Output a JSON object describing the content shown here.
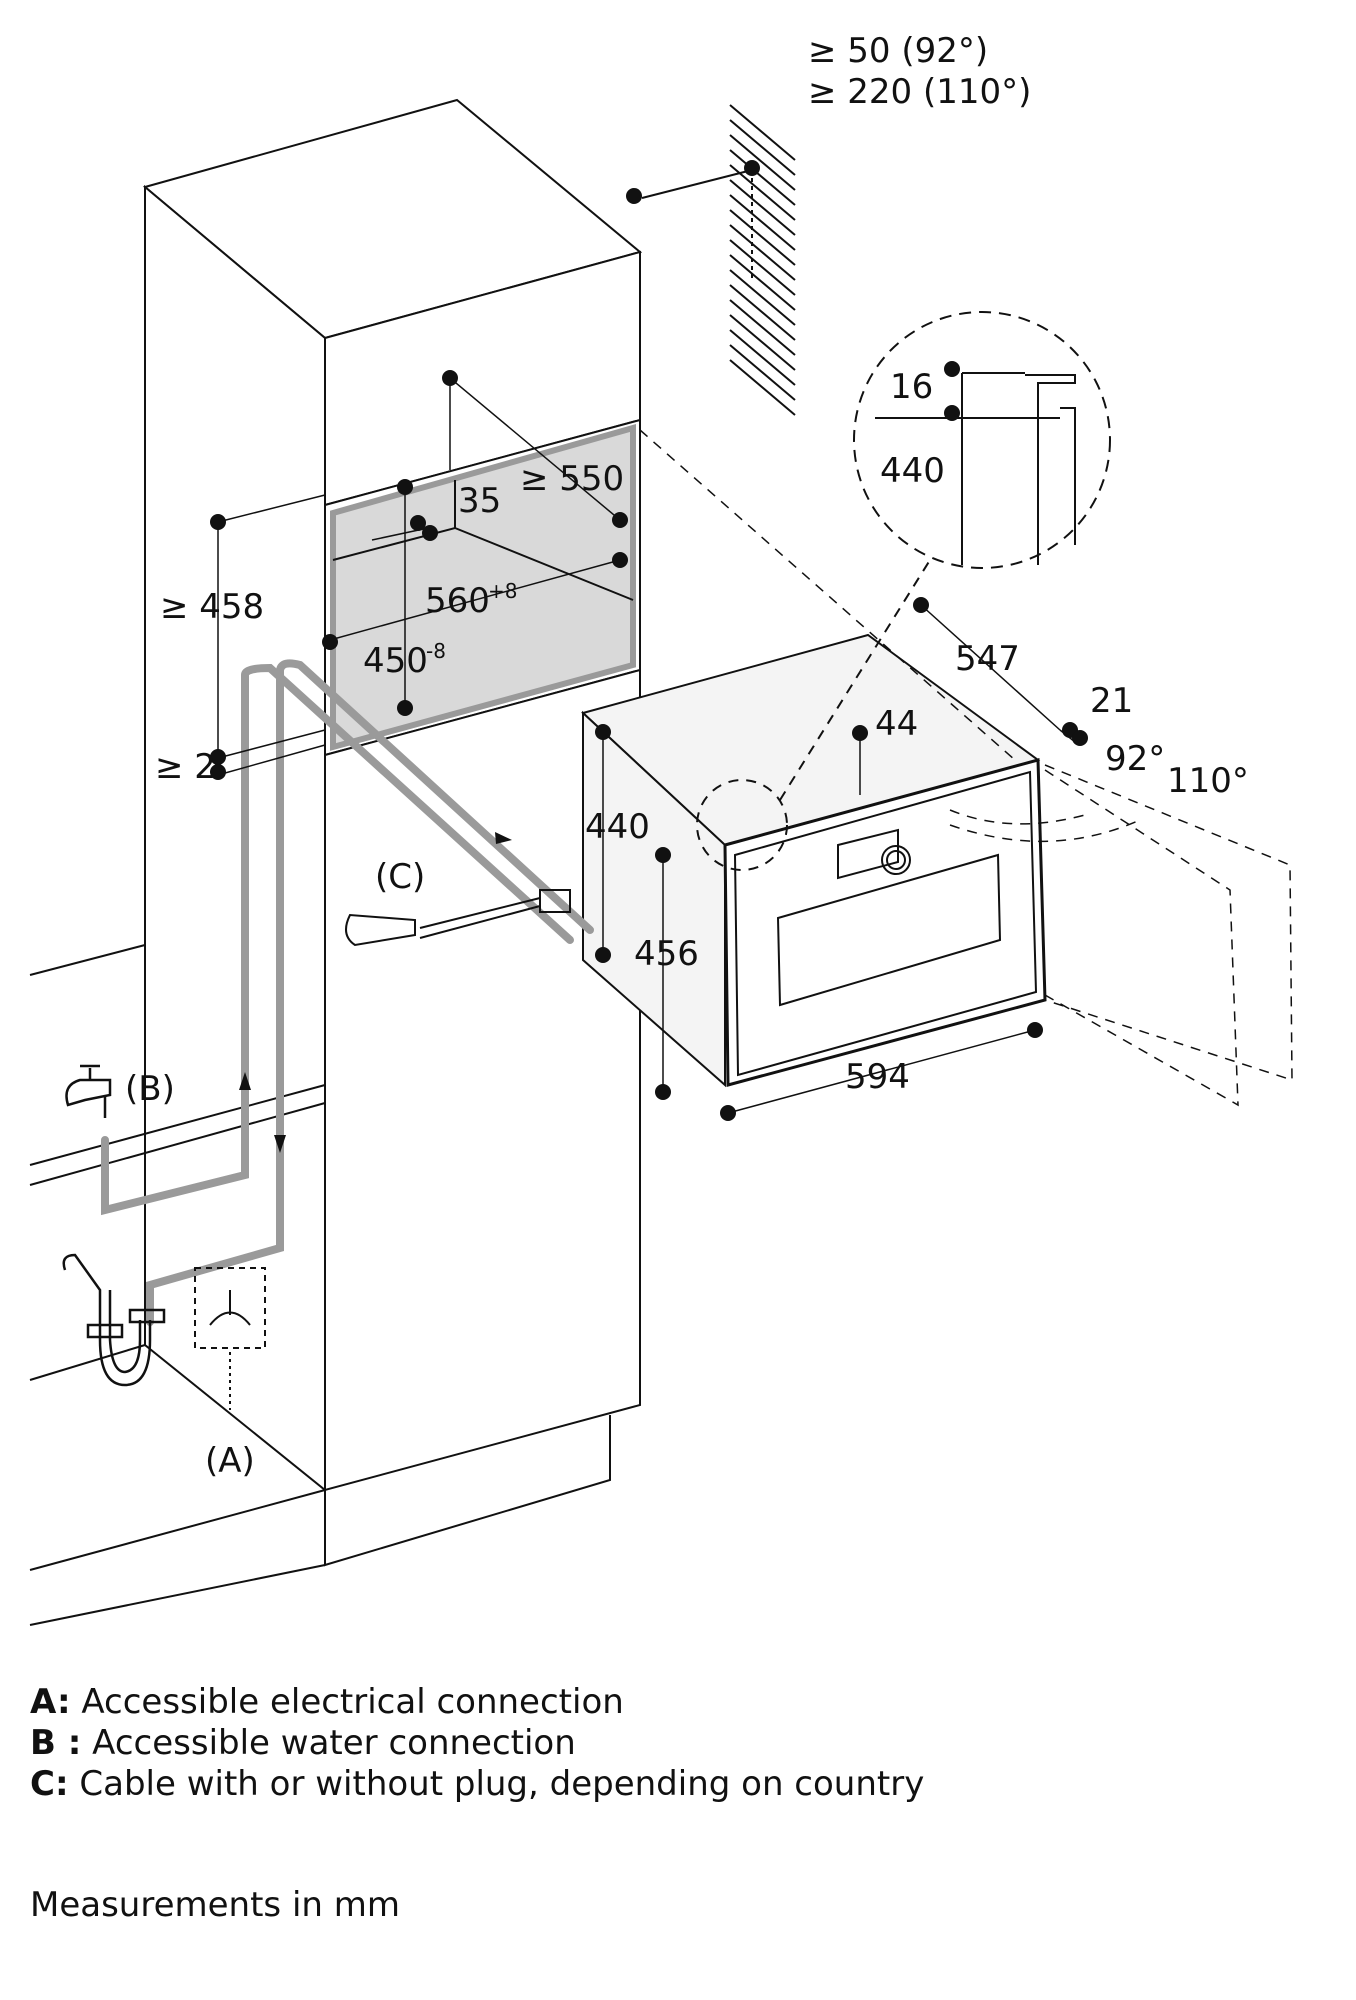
{
  "dimensions": {
    "vent_top": "≥ 50 (92°)",
    "vent_bottom": "≥ 220 (110°)",
    "detail_16": "16",
    "detail_440": "440",
    "niche_depth": "≥ 550",
    "niche_35": "35",
    "niche_height": "≥ 458",
    "niche_gap": "≥ 2",
    "niche_width": "560",
    "niche_width_tol": "+8",
    "niche_inner": "450",
    "niche_inner_tol": "-8",
    "appliance_depth": "547",
    "front_thickness": "21",
    "control_44": "44",
    "door_92": "92°",
    "door_110": "110°",
    "appliance_height": "440",
    "front_height": "456",
    "front_width": "594"
  },
  "callouts": {
    "a": "(A)",
    "b": "(B)",
    "c": "(C)"
  },
  "legend": [
    {
      "key": "A:",
      "text": "Accessible electrical connection"
    },
    {
      "key": "B :",
      "text": "Accessible water connection"
    },
    {
      "key": "C:",
      "text": "Cable with or without plug, depending on country"
    }
  ],
  "units_note": "Measurements in mm",
  "colors": {
    "line": "#111111",
    "niche_fill": "#d9d9d9",
    "hose": "#9a9a9a"
  }
}
